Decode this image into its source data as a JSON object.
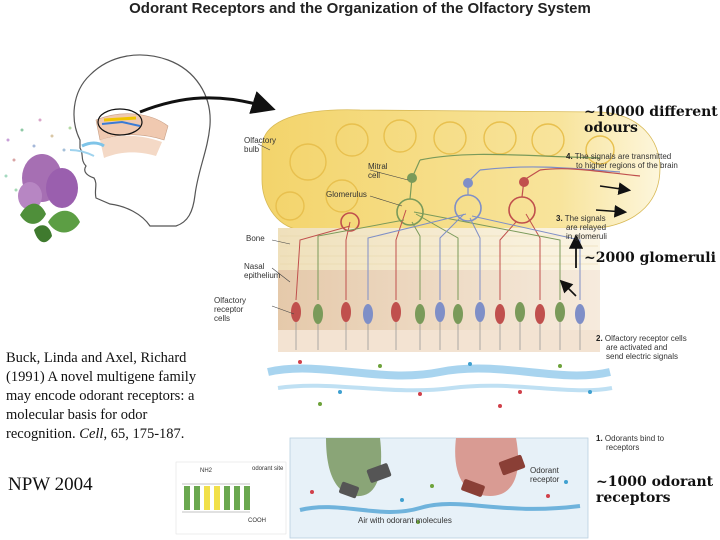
{
  "title": "Odorant Receptors and the Organization of the Olfactory System",
  "labels": {
    "olfactory_bulb": [
      "Olfactory",
      "bulb"
    ],
    "mitral_cell": [
      "Mitral",
      "cell"
    ],
    "glomerulus": "Glomerulus",
    "bone": "Bone",
    "nasal_epithelium": [
      "Nasal",
      "epithelium"
    ],
    "olfactory_receptor_cells": [
      "Olfactory",
      "receptor",
      "cells"
    ],
    "odorant_receptor": [
      "Odorant",
      "receptor"
    ],
    "air_with_odorant": "Air with odorant molecules"
  },
  "steps": {
    "step4": {
      "num": "4.",
      "line1": "The signals are transmitted",
      "line2": "to higher regions of the brain"
    },
    "step3": {
      "num": "3.",
      "line1": "The signals",
      "line2": "are relayed",
      "line3": "in glomeruli"
    },
    "step2": {
      "num": "2.",
      "line1": "Olfactory receptor cells",
      "line2": "are activated and",
      "line3": "send electric signals"
    },
    "step1": {
      "num": "1.",
      "line1": "Odorants bind to",
      "line2": "receptors"
    }
  },
  "annotations": {
    "odours": {
      "line1": "~10000 different",
      "line2": "odours"
    },
    "glomeruli": "~2000 glomeruli",
    "receptors": {
      "line1": "~1000 odorant",
      "line2": "receptors"
    }
  },
  "citation": {
    "authors": "Buck, Linda and Axel, Richard",
    "year_title": "(1991) A novel multigene family",
    "line3": "may encode odorant receptors: a",
    "line4": "molecular basis for odor",
    "line5_pre": "recognition. ",
    "journal": "Cell",
    "line5_post": ", 65, 175-187."
  },
  "footer": "NPW 2004",
  "inset_labels": {
    "top": "odorant site",
    "bottom": "COOH",
    "left": "NH2"
  },
  "colors": {
    "bulb": "#f5dc7a",
    "bone": "#f3e8c9",
    "epithelium": "#ead4b8",
    "cell_red": "#c0504d",
    "cell_green": "#7a9a5a",
    "cell_blue": "#7f8fc7",
    "air": "#cfe6f3",
    "lilac": "#a66fb3"
  }
}
